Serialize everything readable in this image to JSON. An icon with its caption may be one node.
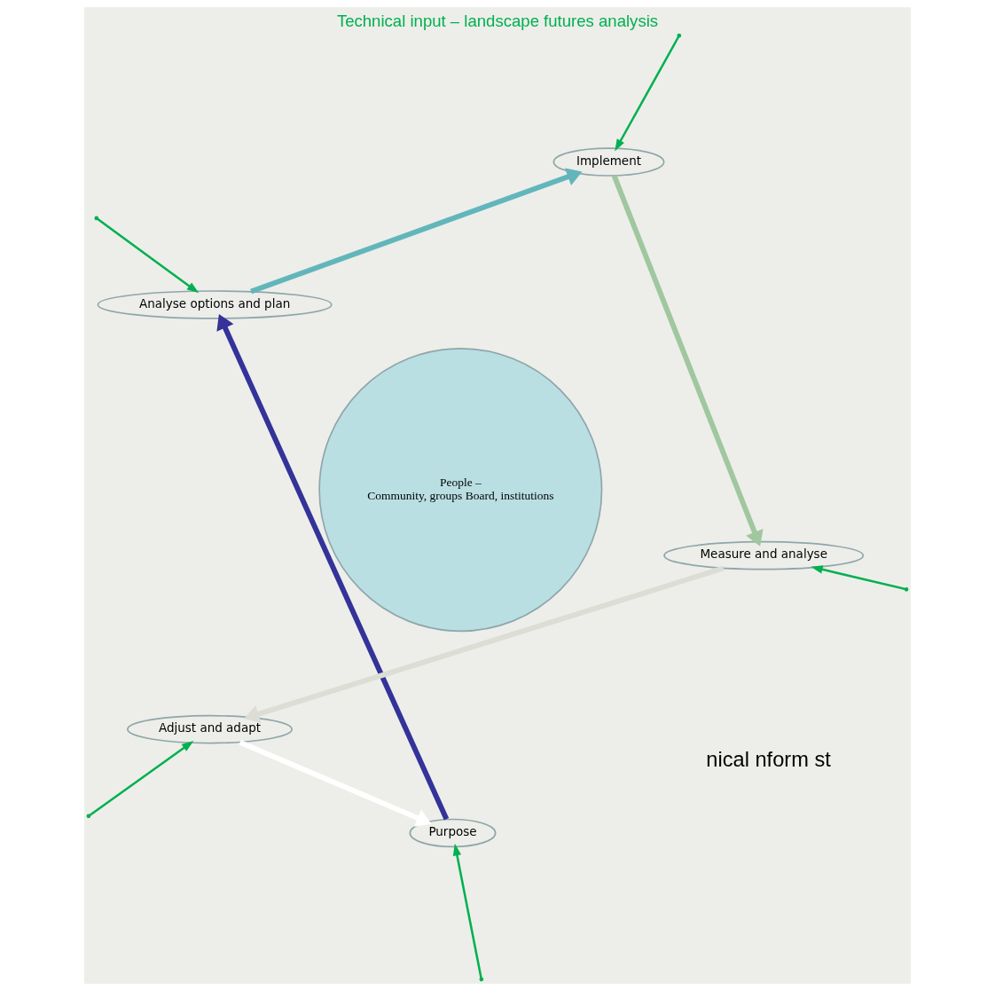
{
  "diagram": {
    "title": "Technical input – landscape futures analysis",
    "nodes": [
      {
        "text": [
          "People –",
          "Community, groups Board, institutions"
        ]
      },
      {
        "text": [
          "Adjust and adapt"
        ]
      },
      {
        "text": [
          "Purpose"
        ]
      },
      {
        "text": [
          "Analyse options and plan"
        ]
      },
      {
        "text": [
          "Implement"
        ]
      },
      {
        "text": [
          "Measure and analyse"
        ]
      }
    ],
    "edges": [
      {
        "from": 1,
        "to": 2,
        "arrow": "to",
        "style": "thick",
        "color": "#ffffff"
      },
      {
        "from": 2,
        "to": 3,
        "arrow": "to",
        "style": "thick",
        "color": "#333399"
      },
      {
        "from": 3,
        "to": 4,
        "arrow": "to",
        "style": "thick",
        "color": "#62b6bb"
      },
      {
        "from": 4,
        "to": 5,
        "arrow": "to",
        "style": "thick",
        "color": "#a0c79f"
      },
      {
        "from": 5,
        "to": 1,
        "arrow": "to",
        "style": "thick",
        "color": "#dcddd5"
      },
      {
        "from": null,
        "to": 1,
        "arrow": "to",
        "color": "#00b050"
      },
      {
        "from": null,
        "to": 2,
        "arrow": "to",
        "color": "#00b050"
      },
      {
        "from": null,
        "to": 3,
        "arrow": "to",
        "color": "#00b050"
      },
      {
        "from": null,
        "to": 4,
        "arrow": "to",
        "color": "#00b050"
      },
      {
        "from": null,
        "to": 5,
        "arrow": "to",
        "color": "#00b050"
      }
    ],
    "labels": [
      "nical nform st"
    ]
  }
}
